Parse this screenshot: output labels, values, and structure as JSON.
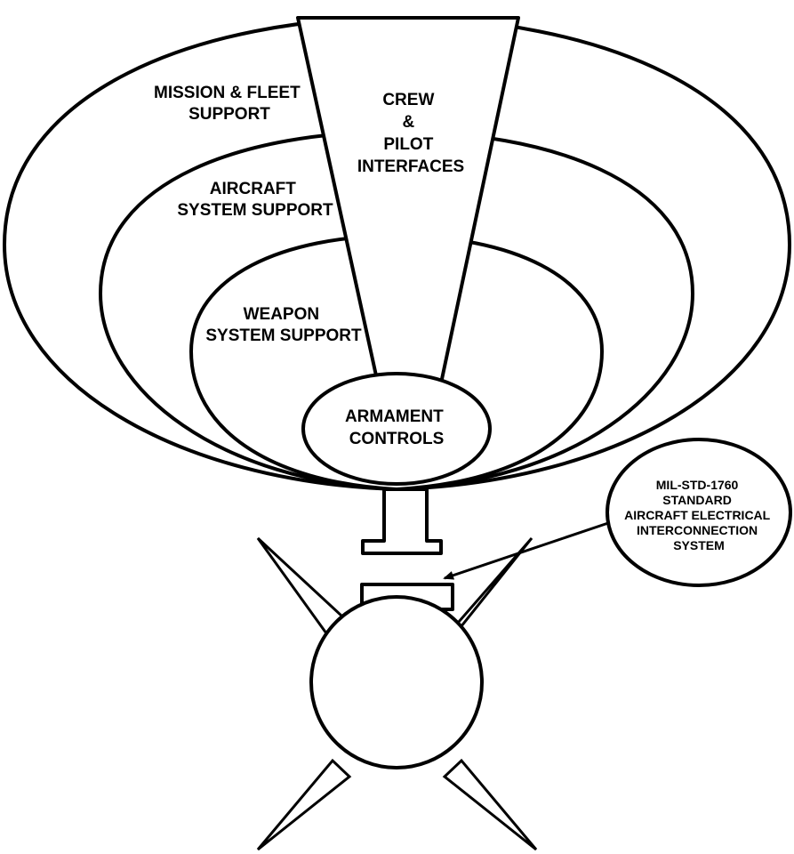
{
  "labels": {
    "mission_fleet": [
      "MISSION & FLEET",
      "SUPPORT"
    ],
    "crew_pilot": [
      "CREW",
      "&",
      "PILOT",
      "INTERFACES"
    ],
    "aircraft_system": [
      "AIRCRAFT",
      "SYSTEM SUPPORT"
    ],
    "weapon_system": [
      "WEAPON",
      "SYSTEM SUPPORT"
    ],
    "armament": [
      "ARMAMENT",
      "CONTROLS"
    ],
    "interconnection": [
      "MIL-STD-1760",
      "STANDARD",
      "AIRCRAFT ELECTRICAL",
      "INTERCONNECTION",
      "SYSTEM"
    ]
  }
}
